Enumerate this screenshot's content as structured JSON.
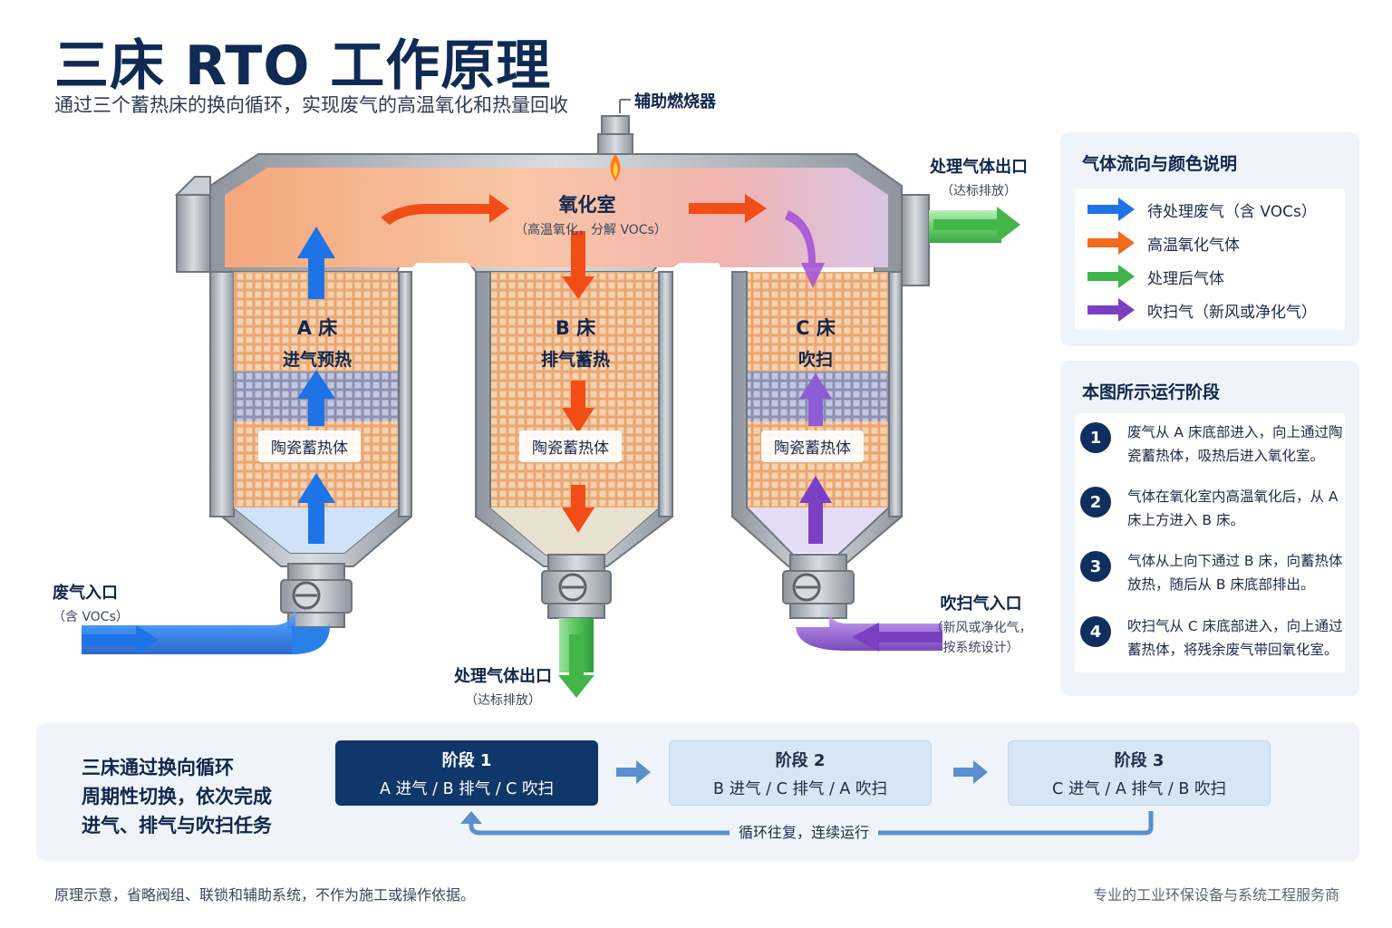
{
  "header": {
    "title": "三床 RTO 工作原理",
    "subtitle": "通过三个蓄热床的换向循环，实现废气的高温氧化和热量回收"
  },
  "diagram": {
    "burner_label": "辅助燃烧器",
    "chamber_title": "氧化室",
    "chamber_note": "（高温氧化，分解 VOCs）",
    "top_outlet_title": "处理气体出口",
    "top_outlet_note": "（达标排放）",
    "bottom_outlet_title": "处理气体出口",
    "bottom_outlet_note": "（达标排放）",
    "inlet_title": "废气入口",
    "inlet_note": "（含 VOCs）",
    "purge_title": "吹扫气入口",
    "purge_note_1": "（新风或净化气，",
    "purge_note_2": "按系统设计）",
    "beds": [
      {
        "name": "A 床",
        "role": "进气预热",
        "media": "陶瓷蓄热体"
      },
      {
        "name": "B 床",
        "role": "排气蓄热",
        "media": "陶瓷蓄热体"
      },
      {
        "name": "C 床",
        "role": "吹扫",
        "media": "陶瓷蓄热体"
      }
    ]
  },
  "legend": {
    "title": "气体流向与颜色说明",
    "items": [
      {
        "label": "待处理废气（含 VOCs）",
        "color": "#1e73e6"
      },
      {
        "label": "高温氧化气体",
        "color": "#f26a1b"
      },
      {
        "label": "处理后气体",
        "color": "#3cb54a"
      },
      {
        "label": "吹扫气（新风或净化气）",
        "color": "#7b3fc4"
      }
    ]
  },
  "steps": {
    "title": "本图所示运行阶段",
    "items": [
      {
        "num": "1",
        "text": "废气从 A 床底部进入，向上通过陶瓷蓄热体，吸热后进入氧化室。"
      },
      {
        "num": "2",
        "text": "气体在氧化室内高温氧化后，从 A 床上方进入 B 床。"
      },
      {
        "num": "3",
        "text": "气体从上向下通过 B 床，向蓄热体放热，随后从 B 床底部排出。"
      },
      {
        "num": "4",
        "text": "吹扫气从 C 床底部进入，向上通过蓄热体，将残余废气带回氧化室。"
      }
    ]
  },
  "cycle": {
    "lines": [
      "三床通过换向循环",
      "周期性切换，依次完成",
      "进气、排气与吹扫任务"
    ],
    "stages": [
      {
        "title": "阶段 1",
        "desc": "A 进气 / B 排气 / C 吹扫",
        "active": true
      },
      {
        "title": "阶段 2",
        "desc": "B 进气 / C 排气 / A 吹扫",
        "active": false
      },
      {
        "title": "阶段 3",
        "desc": "C 进气 / A 排气 / B 吹扫",
        "active": false
      }
    ],
    "loop_label": "循环往复，连续运行"
  },
  "footer": {
    "disclaimer": "原理示意，省略阀组、联锁和辅助系统，不作为施工或操作依据。",
    "company": "专业的工业环保设备与系统工程服务商"
  }
}
